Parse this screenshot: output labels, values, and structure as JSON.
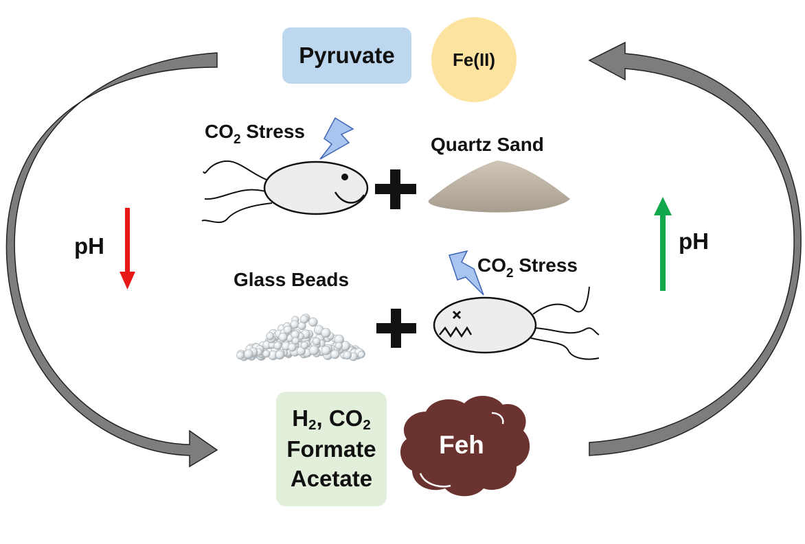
{
  "inputs": {
    "pyruvate": "Pyruvate",
    "fe2": "Fe(II)"
  },
  "stress_top": {
    "prefix": "CO",
    "subscript": "2",
    "suffix": " Stress"
  },
  "stress_bottom": {
    "prefix": "CO",
    "subscript": "2",
    "suffix": " Stress"
  },
  "materials": {
    "quartz_sand": "Quartz Sand",
    "glass_beads": "Glass Beads"
  },
  "ph_left": "pH",
  "ph_right": "pH",
  "products": {
    "line1": {
      "h": "H",
      "h_sub": "2",
      "sep": ", CO",
      "co_sub": "2"
    },
    "line2": "Formate",
    "line3": "Acetate"
  },
  "feh": "Feh",
  "colors": {
    "pyruvate_box": "#bdd7ee",
    "fe2_circle": "#fde3a0",
    "products_box": "#e2efda",
    "feh_blob": "#6b3330",
    "ph_down_arrow": "#e81818",
    "ph_up_arrow": "#10a84a",
    "cycle_arrow": "#6e6e6e",
    "lightning": "#a9c4ee"
  }
}
